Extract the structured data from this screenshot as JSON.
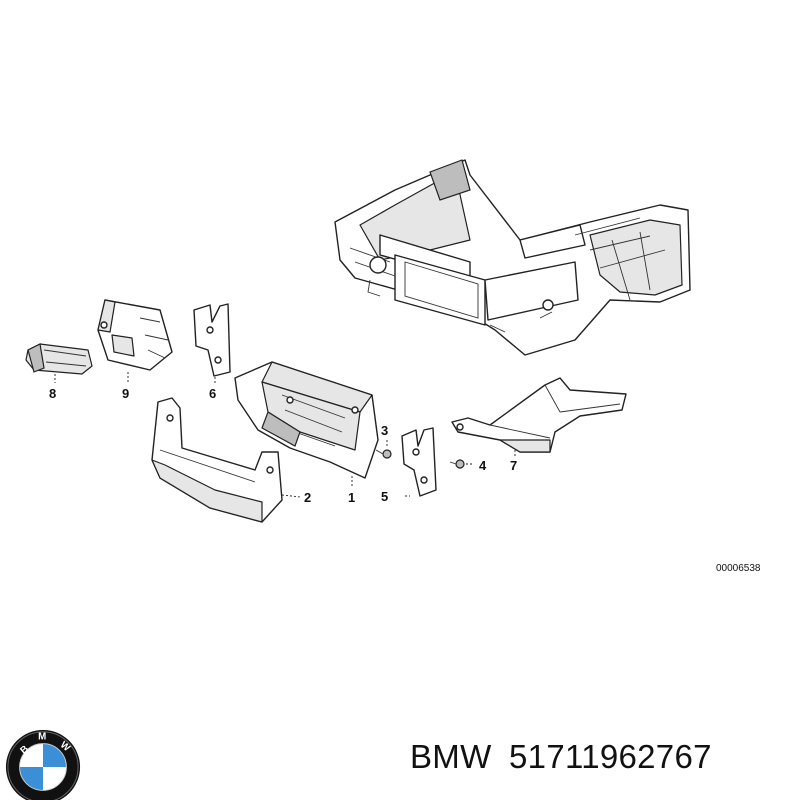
{
  "diagram": {
    "callouts": [
      "1",
      "2",
      "3",
      "4",
      "5",
      "6",
      "7",
      "8",
      "9"
    ],
    "reference_number": "00006538"
  },
  "brand": {
    "name": "BMW",
    "part_number": "51711962767",
    "logo_text": "BMW",
    "logo_colors": {
      "blue": "#3a8fd6",
      "white": "#ffffff",
      "ring": "#111111"
    }
  }
}
